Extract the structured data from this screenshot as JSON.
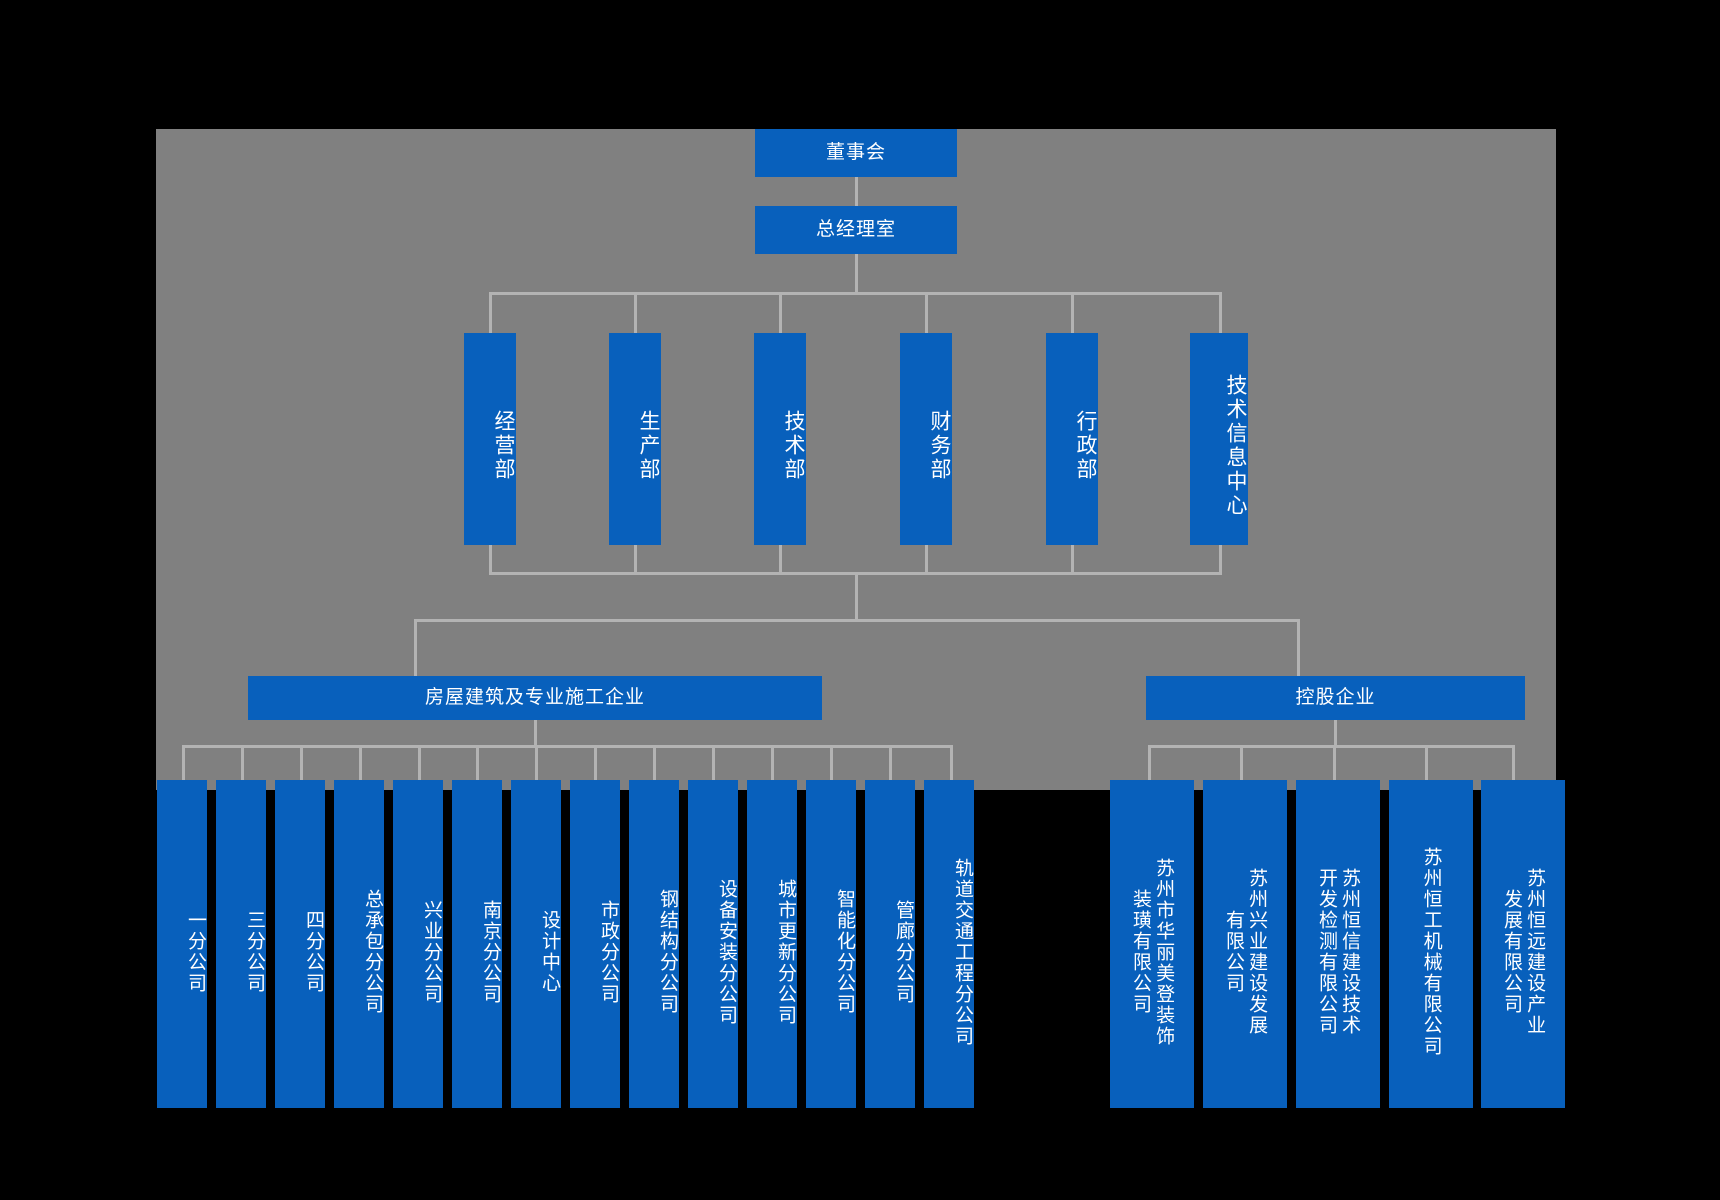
{
  "chart": {
    "title_level_1": "董事会",
    "level_2": "总经理室",
    "departments": [
      {
        "label": "经营部"
      },
      {
        "label": "生产部"
      },
      {
        "label": "技术部"
      },
      {
        "label": "财务部"
      },
      {
        "label": "行政部"
      },
      {
        "label": "技术信息中心"
      }
    ],
    "groups": [
      {
        "label": "房屋建筑及专业施工企业"
      },
      {
        "label": "控股企业"
      }
    ],
    "construction_units": [
      {
        "label": "一分公司"
      },
      {
        "label": "三分公司"
      },
      {
        "label": "四分公司"
      },
      {
        "label": "总承包分公司"
      },
      {
        "label": "兴业分公司"
      },
      {
        "label": "南京分公司"
      },
      {
        "label": "设计中心"
      },
      {
        "label": "市政分公司"
      },
      {
        "label": "钢结构分公司"
      },
      {
        "label": "设备安装分公司"
      },
      {
        "label": "城市更新分公司"
      },
      {
        "label": "智能化分公司"
      },
      {
        "label": "管廊分公司"
      },
      {
        "label": "轨道交通工程分公司"
      }
    ],
    "holding_units": [
      {
        "col1": "苏州市华丽美登装饰",
        "col2": "装璜有限公司"
      },
      {
        "col1": "苏州兴业建设发展",
        "col2": "有限公司"
      },
      {
        "col1": "苏州恒信建设技术",
        "col2": "开发检测有限公司"
      },
      {
        "col1": "苏州恒工机械有限公司",
        "col2": ""
      },
      {
        "col1": "苏州恒远建设产业",
        "col2": "发展有限公司"
      }
    ],
    "colors": {
      "box_blue": "#0860bc",
      "canvas_gray": "#808080",
      "connector_gray": "#b3b3b3",
      "page_black": "#000000",
      "text_white": "#ffffff"
    }
  }
}
